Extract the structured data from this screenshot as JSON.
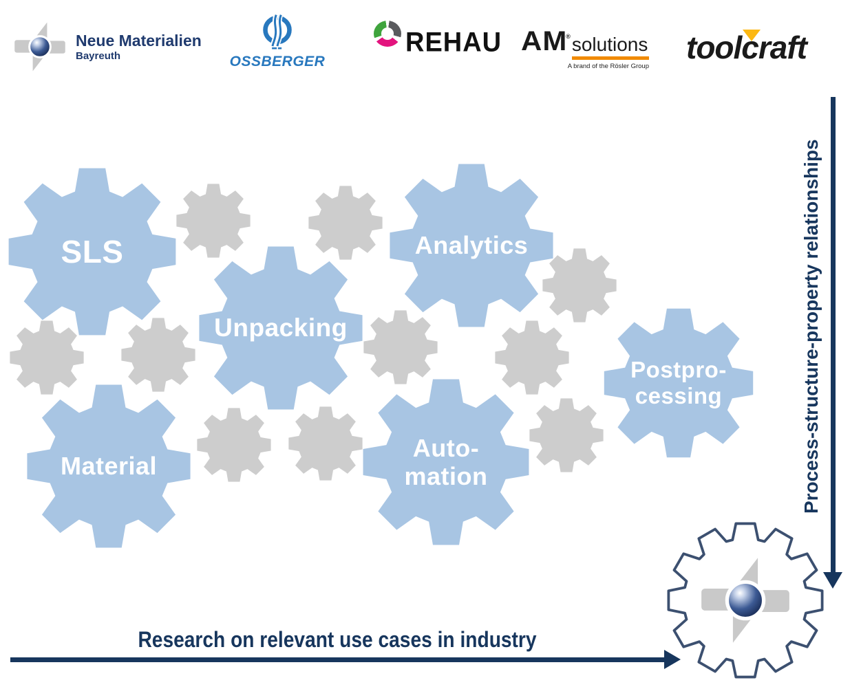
{
  "logos": {
    "neue_materialien": {
      "name": "Neue Materialien",
      "subtitle": "Bayreuth"
    },
    "ossberger": {
      "name": "OSSBERGER"
    },
    "rehau": {
      "name": "REHAU"
    },
    "am_solutions": {
      "mark": "AM",
      "reg": "®",
      "name": "solutions",
      "tagline": "A brand of the Rösler Group"
    },
    "toolcraft": {
      "name": "toolcraft"
    }
  },
  "gears": {
    "sls": {
      "label": "SLS"
    },
    "unpacking": {
      "label": "Unpacking"
    },
    "analytics": {
      "label": "Analytics"
    },
    "material": {
      "label": "Material"
    },
    "automation": {
      "label": "Auto-\nmation"
    },
    "postprocessing": {
      "label": "Postpro-\ncessing"
    }
  },
  "annotations": {
    "vertical_axis": "Process-structure-property relationships",
    "horizontal_axis": "Research on relevant use cases in industry"
  },
  "colors": {
    "gear_blue": "#a8c5e3",
    "gear_gray": "#cdcdcd",
    "navy": "#17365d",
    "outline_gear_stroke": "#3c5070",
    "ossberger_blue": "#2878be",
    "am_orange": "#f18a00",
    "toolcraft_yellow": "#fcb813",
    "rehau_green": "#3fa43d",
    "rehau_pink": "#e3137e",
    "rehau_gray": "#5a5b5e"
  }
}
